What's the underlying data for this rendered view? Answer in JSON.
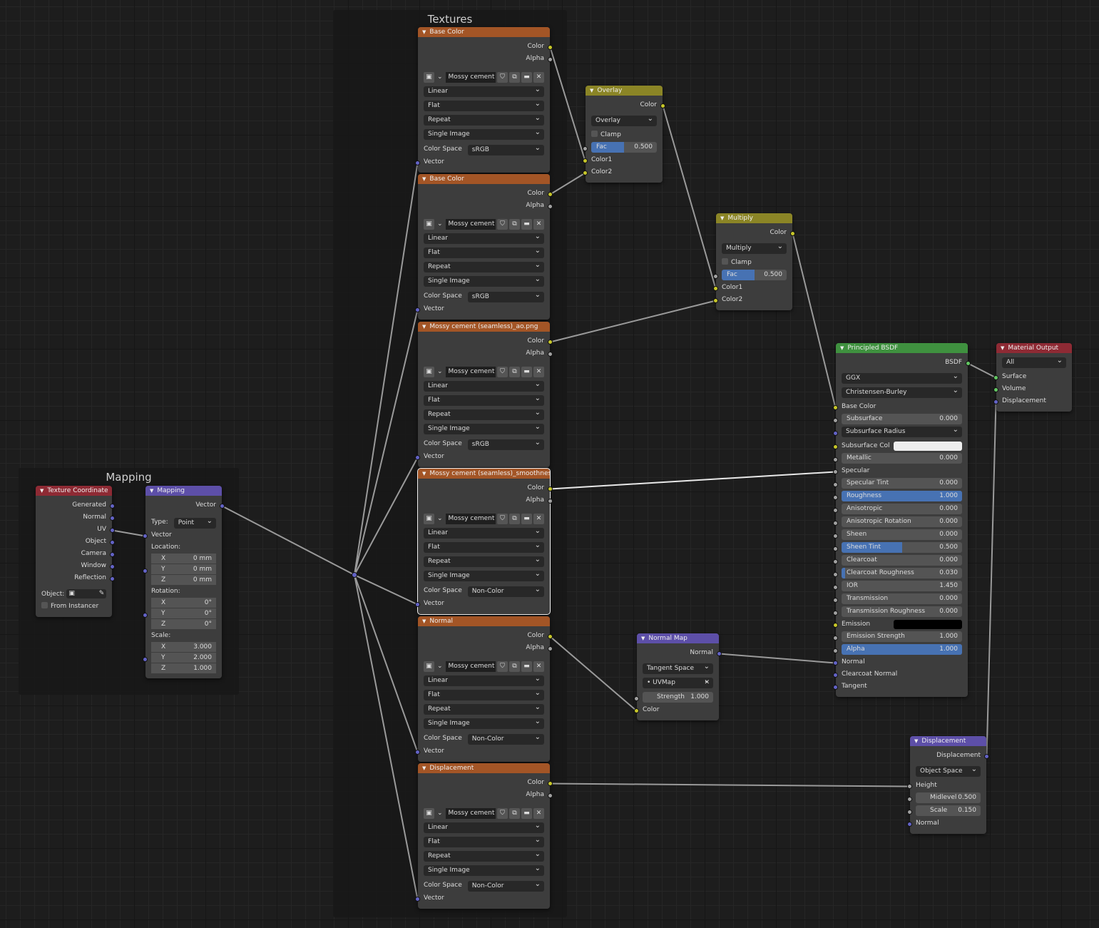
{
  "frames": [
    {
      "id": "frame-textures",
      "label": "Textures"
    },
    {
      "id": "frame-mapping",
      "label": "Mapping"
    }
  ],
  "colors": {
    "texture": "#a35526",
    "mix": "#8b8526",
    "shader": "#3f913f",
    "output": "#8e2a34",
    "input": "#8e2a34",
    "vector": "#5d4fa8",
    "sock_color": "#c7c729",
    "sock_float": "#a1a1a1",
    "sock_vector": "#6363c7",
    "sock_shader": "#63c763",
    "link": "#9a9a9a",
    "fill": "#4772b3"
  },
  "nodes": [
    {
      "id": "tex1",
      "title": "Base Color",
      "kind": "texture",
      "rows": [
        {
          "k": "o",
          "label": "Color",
          "s": "color"
        },
        {
          "k": "o",
          "label": "Alpha",
          "s": "float"
        },
        {
          "k": "img",
          "value": "Mossy cement (s..."
        },
        {
          "k": "sel",
          "value": "Linear"
        },
        {
          "k": "sel",
          "value": "Flat"
        },
        {
          "k": "sel",
          "value": "Repeat"
        },
        {
          "k": "sel",
          "value": "Single Image"
        },
        {
          "k": "prop",
          "label": "Color Space",
          "value": "sRGB"
        },
        {
          "k": "i",
          "label": "Vector",
          "s": "vector"
        }
      ]
    },
    {
      "id": "tex2",
      "title": "Base Color",
      "kind": "texture",
      "rows": [
        {
          "k": "o",
          "label": "Color",
          "s": "color"
        },
        {
          "k": "o",
          "label": "Alpha",
          "s": "float"
        },
        {
          "k": "img",
          "value": "Mossy cement (s..."
        },
        {
          "k": "sel",
          "value": "Linear"
        },
        {
          "k": "sel",
          "value": "Flat"
        },
        {
          "k": "sel",
          "value": "Repeat"
        },
        {
          "k": "sel",
          "value": "Single Image"
        },
        {
          "k": "prop",
          "label": "Color Space",
          "value": "sRGB"
        },
        {
          "k": "i",
          "label": "Vector",
          "s": "vector"
        }
      ]
    },
    {
      "id": "tex3",
      "title": "Mossy cement (seamless)_ao.png",
      "kind": "texture",
      "rows": [
        {
          "k": "o",
          "label": "Color",
          "s": "color"
        },
        {
          "k": "o",
          "label": "Alpha",
          "s": "float"
        },
        {
          "k": "img",
          "value": "Mossy cement (s..."
        },
        {
          "k": "sel",
          "value": "Linear"
        },
        {
          "k": "sel",
          "value": "Flat"
        },
        {
          "k": "sel",
          "value": "Repeat"
        },
        {
          "k": "sel",
          "value": "Single Image"
        },
        {
          "k": "prop",
          "label": "Color Space",
          "value": "sRGB"
        },
        {
          "k": "i",
          "label": "Vector",
          "s": "vector"
        }
      ]
    },
    {
      "id": "tex4",
      "title": "Mossy cement (seamless)_smoothness...",
      "kind": "texture",
      "selected": true,
      "rows": [
        {
          "k": "o",
          "label": "Color",
          "s": "color"
        },
        {
          "k": "o",
          "label": "Alpha",
          "s": "float"
        },
        {
          "k": "img",
          "value": "Mossy cement (s..."
        },
        {
          "k": "sel",
          "value": "Linear"
        },
        {
          "k": "sel",
          "value": "Flat"
        },
        {
          "k": "sel",
          "value": "Repeat"
        },
        {
          "k": "sel",
          "value": "Single Image"
        },
        {
          "k": "prop",
          "label": "Color Space",
          "value": "Non-Color"
        },
        {
          "k": "i",
          "label": "Vector",
          "s": "vector"
        }
      ]
    },
    {
      "id": "tex5",
      "title": "Normal",
      "kind": "texture",
      "rows": [
        {
          "k": "o",
          "label": "Color",
          "s": "color"
        },
        {
          "k": "o",
          "label": "Alpha",
          "s": "float"
        },
        {
          "k": "img",
          "value": "Mossy cement (s..."
        },
        {
          "k": "sel",
          "value": "Linear"
        },
        {
          "k": "sel",
          "value": "Flat"
        },
        {
          "k": "sel",
          "value": "Repeat"
        },
        {
          "k": "sel",
          "value": "Single Image"
        },
        {
          "k": "prop",
          "label": "Color Space",
          "value": "Non-Color"
        },
        {
          "k": "i",
          "label": "Vector",
          "s": "vector"
        }
      ]
    },
    {
      "id": "tex6",
      "title": "Displacement",
      "kind": "texture",
      "rows": [
        {
          "k": "o",
          "label": "Color",
          "s": "color"
        },
        {
          "k": "o",
          "label": "Alpha",
          "s": "float"
        },
        {
          "k": "img",
          "value": "Mossy cement (s..."
        },
        {
          "k": "sel",
          "value": "Linear"
        },
        {
          "k": "sel",
          "value": "Flat"
        },
        {
          "k": "sel",
          "value": "Repeat"
        },
        {
          "k": "sel",
          "value": "Single Image"
        },
        {
          "k": "prop",
          "label": "Color Space",
          "value": "Non-Color"
        },
        {
          "k": "i",
          "label": "Vector",
          "s": "vector"
        }
      ]
    },
    {
      "id": "overlay",
      "title": "Overlay",
      "kind": "mix",
      "rows": [
        {
          "k": "o",
          "label": "Color",
          "s": "color"
        },
        {
          "k": "sel",
          "value": "Overlay"
        },
        {
          "k": "chk",
          "label": "Clamp"
        },
        {
          "k": "fld",
          "label": "Fac",
          "value": "0.500",
          "fill": 0.5,
          "s": "float"
        },
        {
          "k": "i",
          "label": "Color1",
          "s": "color"
        },
        {
          "k": "i",
          "label": "Color2",
          "s": "color"
        }
      ]
    },
    {
      "id": "multiply",
      "title": "Multiply",
      "kind": "mix",
      "rows": [
        {
          "k": "o",
          "label": "Color",
          "s": "color"
        },
        {
          "k": "sel",
          "value": "Multiply"
        },
        {
          "k": "chk",
          "label": "Clamp"
        },
        {
          "k": "fld",
          "label": "Fac",
          "value": "0.500",
          "fill": 0.5,
          "s": "float"
        },
        {
          "k": "i",
          "label": "Color1",
          "s": "color"
        },
        {
          "k": "i",
          "label": "Color2",
          "s": "color"
        }
      ]
    },
    {
      "id": "bsdf",
      "title": "Principled BSDF",
      "kind": "shader",
      "rows": [
        {
          "k": "o",
          "label": "BSDF",
          "s": "shader"
        },
        {
          "k": "sel",
          "value": "GGX"
        },
        {
          "k": "sel",
          "value": "Christensen-Burley"
        },
        {
          "k": "i",
          "label": "Base Color",
          "s": "color"
        },
        {
          "k": "fld",
          "label": "Subsurface",
          "value": "0.000",
          "fill": 0,
          "s": "float"
        },
        {
          "k": "sel",
          "value": "Subsurface Radius",
          "s": "vector"
        },
        {
          "k": "col",
          "label": "Subsurface Col",
          "color": "#eeeeee",
          "s": "color"
        },
        {
          "k": "fld",
          "label": "Metallic",
          "value": "0.000",
          "fill": 0,
          "s": "float"
        },
        {
          "k": "i",
          "label": "Specular",
          "s": "float"
        },
        {
          "k": "fld",
          "label": "Specular Tint",
          "value": "0.000",
          "fill": 0,
          "s": "float"
        },
        {
          "k": "fld",
          "label": "Roughness",
          "value": "1.000",
          "fill": 1,
          "s": "float"
        },
        {
          "k": "fld",
          "label": "Anisotropic",
          "value": "0.000",
          "fill": 0,
          "s": "float"
        },
        {
          "k": "fld",
          "label": "Anisotropic Rotation",
          "value": "0.000",
          "fill": 0,
          "s": "float"
        },
        {
          "k": "fld",
          "label": "Sheen",
          "value": "0.000",
          "fill": 0,
          "s": "float"
        },
        {
          "k": "fld",
          "label": "Sheen Tint",
          "value": "0.500",
          "fill": 0.5,
          "s": "float"
        },
        {
          "k": "fld",
          "label": "Clearcoat",
          "value": "0.000",
          "fill": 0,
          "s": "float"
        },
        {
          "k": "fld",
          "label": "Clearcoat Roughness",
          "value": "0.030",
          "fill": 0.03,
          "s": "float"
        },
        {
          "k": "fld",
          "label": "IOR",
          "value": "1.450",
          "fill": 0,
          "s": "float"
        },
        {
          "k": "fld",
          "label": "Transmission",
          "value": "0.000",
          "fill": 0,
          "s": "float"
        },
        {
          "k": "fld",
          "label": "Transmission Roughness",
          "value": "0.000",
          "fill": 0,
          "s": "float"
        },
        {
          "k": "col",
          "label": "Emission",
          "color": "#000000",
          "s": "color"
        },
        {
          "k": "fld",
          "label": "Emission Strength",
          "value": "1.000",
          "fill": 0,
          "s": "float"
        },
        {
          "k": "fld",
          "label": "Alpha",
          "value": "1.000",
          "fill": 1,
          "s": "float"
        },
        {
          "k": "i",
          "label": "Normal",
          "s": "vector"
        },
        {
          "k": "i",
          "label": "Clearcoat Normal",
          "s": "vector"
        },
        {
          "k": "i",
          "label": "Tangent",
          "s": "vector"
        }
      ]
    },
    {
      "id": "output",
      "title": "Material Output",
      "kind": "output",
      "rows": [
        {
          "k": "sel",
          "value": "All"
        },
        {
          "k": "i",
          "label": "Surface",
          "s": "shader"
        },
        {
          "k": "i",
          "label": "Volume",
          "s": "shader"
        },
        {
          "k": "i",
          "label": "Displacement",
          "s": "vector"
        }
      ]
    },
    {
      "id": "normalmap",
      "title": "Normal Map",
      "kind": "vector",
      "rows": [
        {
          "k": "o",
          "label": "Normal",
          "s": "vector"
        },
        {
          "k": "sel",
          "value": "Tangent Space"
        },
        {
          "k": "uv",
          "value": "UVMap"
        },
        {
          "k": "fld",
          "label": "Strength",
          "value": "1.000",
          "fill": 0,
          "s": "float",
          "center": true
        },
        {
          "k": "i",
          "label": "Color",
          "s": "color"
        }
      ]
    },
    {
      "id": "displacement",
      "title": "Displacement",
      "kind": "vector",
      "rows": [
        {
          "k": "o",
          "label": "Displacement",
          "s": "vector"
        },
        {
          "k": "sel",
          "value": "Object Space"
        },
        {
          "k": "i",
          "label": "Height",
          "s": "float"
        },
        {
          "k": "fld",
          "label": "Midlevel",
          "value": "0.500",
          "fill": 0,
          "s": "float",
          "center": true
        },
        {
          "k": "fld",
          "label": "Scale",
          "value": "0.150",
          "fill": 0,
          "s": "float",
          "center": true
        },
        {
          "k": "i",
          "label": "Normal",
          "s": "vector"
        }
      ]
    },
    {
      "id": "texcoord",
      "title": "Texture Coordinate",
      "kind": "input",
      "rows": [
        {
          "k": "o",
          "label": "Generated",
          "s": "vector"
        },
        {
          "k": "o",
          "label": "Normal",
          "s": "vector"
        },
        {
          "k": "o",
          "label": "UV",
          "s": "vector"
        },
        {
          "k": "o",
          "label": "Object",
          "s": "vector"
        },
        {
          "k": "o",
          "label": "Camera",
          "s": "vector"
        },
        {
          "k": "o",
          "label": "Window",
          "s": "vector"
        },
        {
          "k": "o",
          "label": "Reflection",
          "s": "vector"
        },
        {
          "k": "obj",
          "label": "Object:"
        },
        {
          "k": "chk",
          "label": "From Instancer"
        }
      ]
    },
    {
      "id": "mapping",
      "title": "Mapping",
      "kind": "vector",
      "rows": [
        {
          "k": "o",
          "label": "Vector",
          "s": "vector"
        },
        {
          "k": "prop",
          "label": "Type:",
          "value": "Point"
        },
        {
          "k": "i",
          "label": "Vector",
          "s": "vector"
        },
        {
          "k": "hd",
          "label": "Location:"
        },
        {
          "k": "vec",
          "label": "X",
          "value": "0 mm"
        },
        {
          "k": "vec",
          "label": "Y",
          "value": "0 mm",
          "s": "vector"
        },
        {
          "k": "vec",
          "label": "Z",
          "value": "0 mm"
        },
        {
          "k": "hd",
          "label": "Rotation:"
        },
        {
          "k": "vec",
          "label": "X",
          "value": "0°"
        },
        {
          "k": "vec",
          "label": "Y",
          "value": "0°",
          "s": "vector"
        },
        {
          "k": "vec",
          "label": "Z",
          "value": "0°"
        },
        {
          "k": "hd",
          "label": "Scale:"
        },
        {
          "k": "vec",
          "label": "X",
          "value": "3.000"
        },
        {
          "k": "vec",
          "label": "Y",
          "value": "2.000",
          "s": "vector"
        },
        {
          "k": "vec",
          "label": "Z",
          "value": "1.000"
        }
      ]
    }
  ],
  "links": [
    [
      "texcoord",
      "o",
      "UV",
      "mapping",
      "i",
      "Vector"
    ],
    [
      "mapping",
      "o",
      "Vector",
      "reroute",
      "x",
      ""
    ],
    [
      "reroute",
      "x",
      "",
      "tex1",
      "i",
      "Vector"
    ],
    [
      "reroute",
      "x",
      "",
      "tex2",
      "i",
      "Vector"
    ],
    [
      "reroute",
      "x",
      "",
      "tex3",
      "i",
      "Vector"
    ],
    [
      "reroute",
      "x",
      "",
      "tex4",
      "i",
      "Vector"
    ],
    [
      "reroute",
      "x",
      "",
      "tex5",
      "i",
      "Vector"
    ],
    [
      "reroute",
      "x",
      "",
      "tex6",
      "i",
      "Vector"
    ],
    [
      "tex1",
      "o",
      "Color",
      "overlay",
      "i",
      "Color1"
    ],
    [
      "tex2",
      "o",
      "Color",
      "overlay",
      "i",
      "Color2"
    ],
    [
      "overlay",
      "o",
      "Color",
      "multiply",
      "i",
      "Color1"
    ],
    [
      "tex3",
      "o",
      "Color",
      "multiply",
      "i",
      "Color2"
    ],
    [
      "multiply",
      "o",
      "Color",
      "bsdf",
      "i",
      "Base Color"
    ],
    [
      "tex4",
      "o",
      "Color",
      "bsdf",
      "i",
      "Specular"
    ],
    [
      "tex5",
      "o",
      "Color",
      "normalmap",
      "i",
      "Color"
    ],
    [
      "normalmap",
      "o",
      "Normal",
      "bsdf",
      "i",
      "Normal"
    ],
    [
      "tex6",
      "o",
      "Color",
      "displacement",
      "i",
      "Height"
    ],
    [
      "bsdf",
      "o",
      "BSDF",
      "output",
      "i",
      "Surface"
    ],
    [
      "displacement",
      "o",
      "Displacement",
      "output",
      "i",
      "Displacement"
    ]
  ]
}
